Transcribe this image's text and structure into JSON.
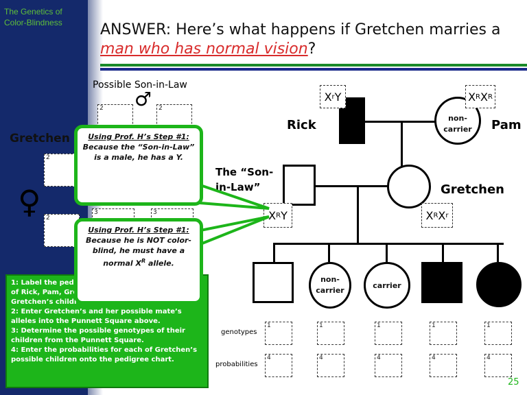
{
  "sidebar": {
    "topic": "The Genetics of Color-Blindness"
  },
  "title": {
    "prefix": "ANSWER: Here’s what happens if Gretchen marries a ",
    "highlight": "man who has normal vision",
    "suffix": "?"
  },
  "punnett": {
    "possible_son_label": "Possible Son-in-Law",
    "gretchen_label": "Gretchen",
    "male_symbol": "♂",
    "female_symbol": "♀",
    "box_numbers": [
      "2",
      "2",
      "2",
      "2",
      "3",
      "3"
    ]
  },
  "callouts": [
    {
      "head": "Using Prof. H’s Step #1:",
      "body": "Because the “Son-in-Law” is a male, he has a Y."
    },
    {
      "head": "Using Prof. H’s Step #1:",
      "body": "Because he is NOT color-blind, he must have a normal X",
      "sup": "R",
      "tail": " allele."
    }
  ],
  "steps": [
    "1: Label the pedigree chart with the genotypes of Rick, Pam, Gretchen, the “Son-in-law”, and Gretchen’s children.",
    "2: Enter Gretchen’s and her possible mate’s alleles into the Punnett Square above.",
    "3: Determine the possible genotypes of their children from the Punnett Square.",
    "4: Enter the probabilities for each of Gretchen’s possible children onto the pedigree chart."
  ],
  "pedigree": {
    "rick_label": "Rick",
    "pam_label": "Pam",
    "gretchen_label": "Gretchen",
    "son_in_law_label": "The “Son-in-Law”",
    "rick_genotype": {
      "base1": "X",
      "sup1": "r",
      "base2": "Y",
      "sup2": ""
    },
    "pam_genotype": {
      "base1": "X",
      "sup1": "R",
      "base2": "X",
      "sup2": "R"
    },
    "son_genotype": {
      "base1": "X",
      "sup1": "R",
      "base2": "Y",
      "sup2": ""
    },
    "gretchen_genotype": {
      "base1": "X",
      "sup1": "R",
      "base2": "X",
      "sup2": "r"
    },
    "pam_status": "non-carrier",
    "daughter1_status": "non-carrier",
    "daughter2_status": "carrier"
  },
  "table": {
    "genotypes_label": "genotypes",
    "probabilities_label": "probabilities",
    "genotype_numbers": [
      "1",
      "1",
      "1",
      "1",
      "1"
    ],
    "probability_numbers": [
      "4",
      "4",
      "4",
      "4",
      "4"
    ]
  },
  "page_number": "25",
  "colors": {
    "sidebar": "#14296b",
    "accent_green": "#1db51a",
    "title_highlight": "#d82b2b",
    "rule_green": "#1a8a2a",
    "rule_blue": "#1a2a8a"
  }
}
